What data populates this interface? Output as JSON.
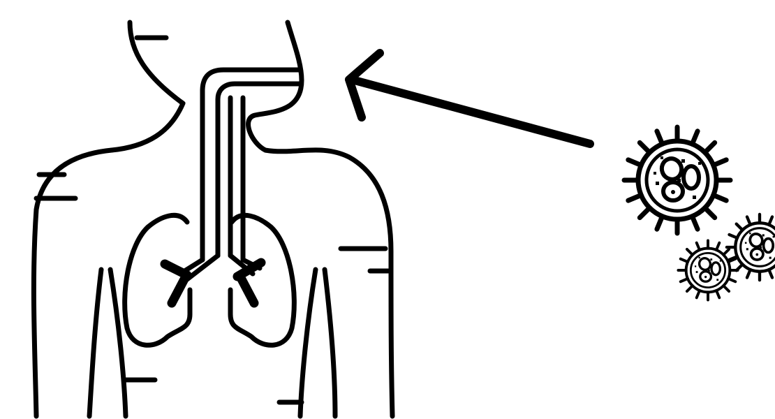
{
  "diagram": {
    "stroke_color": "#000000",
    "background": "#ffffff",
    "figure": "human-torso-respiratory-system",
    "pointer": "arrow",
    "pathogens": [
      "virus",
      "virus",
      "virus"
    ]
  }
}
